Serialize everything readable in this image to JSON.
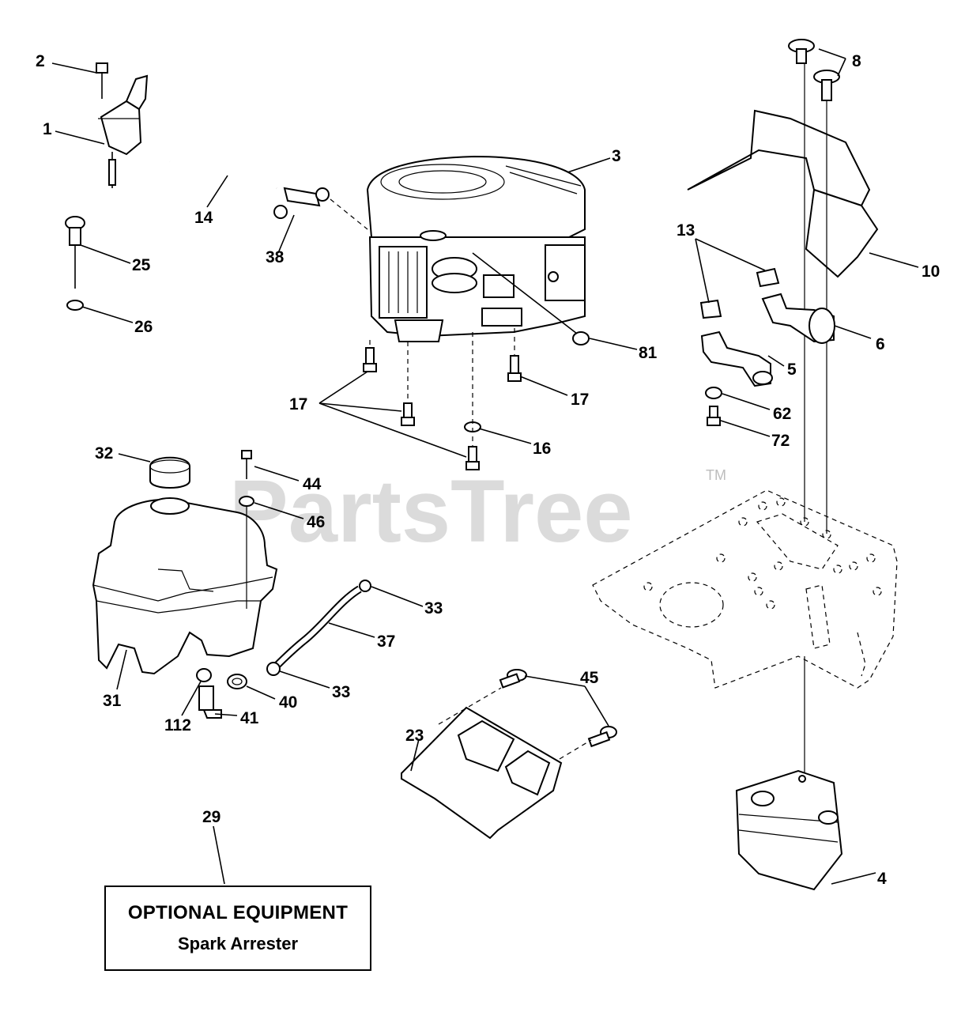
{
  "watermark": {
    "text": "PartsTree",
    "trademark": "TM"
  },
  "optional_equipment": {
    "title": "OPTIONAL EQUIPMENT",
    "subtitle": "Spark Arrester"
  },
  "callouts": {
    "c1": "1",
    "c2": "2",
    "c3": "3",
    "c4": "4",
    "c5": "5",
    "c6": "6",
    "c8": "8",
    "c10": "10",
    "c13": "13",
    "c14": "14",
    "c16": "16",
    "c17a": "17",
    "c17b": "17",
    "c23": "23",
    "c25": "25",
    "c26": "26",
    "c29": "29",
    "c31": "31",
    "c32": "32",
    "c33a": "33",
    "c33b": "33",
    "c37": "37",
    "c38": "38",
    "c40": "40",
    "c41": "41",
    "c44": "44",
    "c45": "45",
    "c46": "46",
    "c62": "62",
    "c72": "72",
    "c81": "81",
    "c112": "112"
  }
}
